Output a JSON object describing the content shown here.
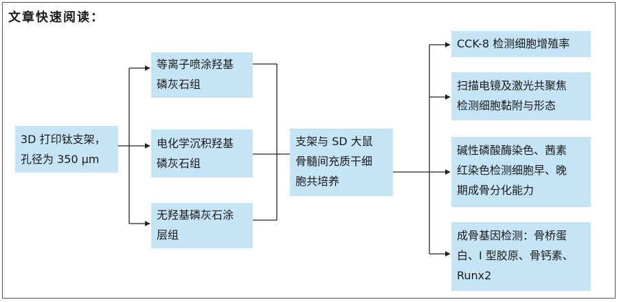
{
  "title": "文章快速阅读：",
  "source": {
    "lines": [
      "3D 打印钛支架，",
      "孔径为 350 μm"
    ]
  },
  "groups": [
    {
      "lines": [
        "等离子喷涂羟基",
        "磷灰石组"
      ]
    },
    {
      "lines": [
        "电化学沉积羟基",
        "磷灰石组"
      ]
    },
    {
      "lines": [
        "无羟基磷灰石涂",
        "层组"
      ]
    }
  ],
  "center": {
    "lines": [
      "支架与 SD 大鼠",
      "骨髓间充质干细",
      "胞共培养"
    ]
  },
  "outcomes": [
    {
      "lines": [
        "CCK-8 检测细胞增殖率"
      ]
    },
    {
      "lines": [
        "扫描电镜及激光共聚焦",
        "检测细胞黏附与形态"
      ]
    },
    {
      "lines": [
        "碱性磷酸酶染色、茜素",
        "红染色检测细胞早、晚",
        "期成骨分化能力"
      ]
    },
    {
      "lines": [
        "成骨基因检测：骨桥蛋",
        "白、I 型胶原、骨钙素、",
        "Runx2"
      ]
    }
  ],
  "colors": {
    "box_fill": "#c5e4f5",
    "line": "#222222"
  }
}
